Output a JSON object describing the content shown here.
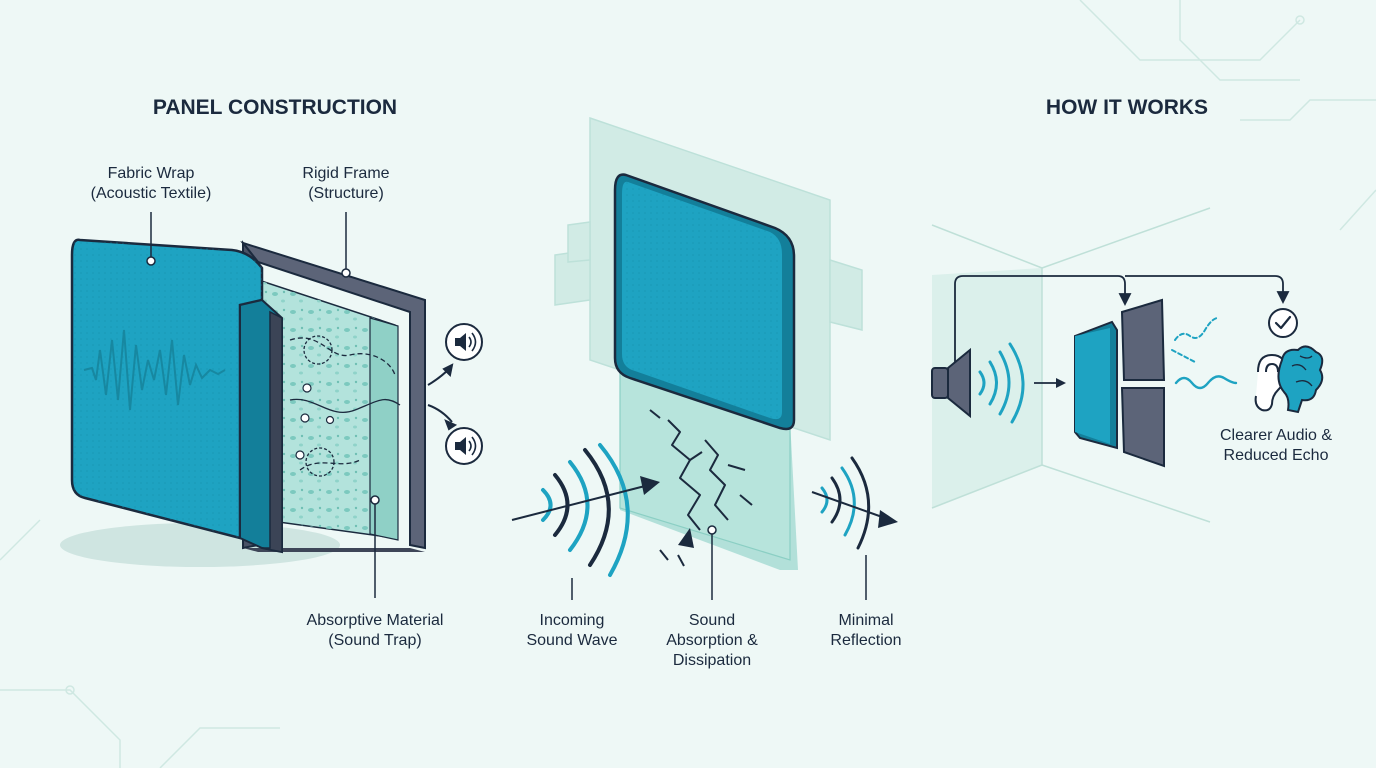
{
  "headings": {
    "left": "PANEL CONSTRUCTION",
    "right": "HOW IT WORKS"
  },
  "labels": {
    "fabric": {
      "line1": "Fabric Wrap",
      "line2": "(Acoustic Textile)"
    },
    "frame": {
      "line1": "Rigid Frame",
      "line2": "(Structure)"
    },
    "absorptive": {
      "line1": "Absorptive Material",
      "line2": "(Sound Trap)"
    },
    "incoming": {
      "line1": "Incoming",
      "line2": "Sound Wave"
    },
    "absorption": {
      "line1": "Sound",
      "line2": "Absorption &",
      "line3": "Dissipation"
    },
    "reflection": {
      "line1": "Minimal",
      "line2": "Reflection"
    },
    "clearer": {
      "line1": "Clearer Audio &",
      "line2": "Reduced Echo"
    }
  },
  "colors": {
    "background": "#eef8f6",
    "ink": "#1b2a3e",
    "teal": "#1ea3c2",
    "teal_dark": "#137f9a",
    "frame_gray": "#5c6478",
    "foam": "#a9dfd8",
    "glass": "#bfe6df"
  },
  "icons": [
    "speaker-icon",
    "ear-icon",
    "brain-icon",
    "checkmark-icon"
  ]
}
